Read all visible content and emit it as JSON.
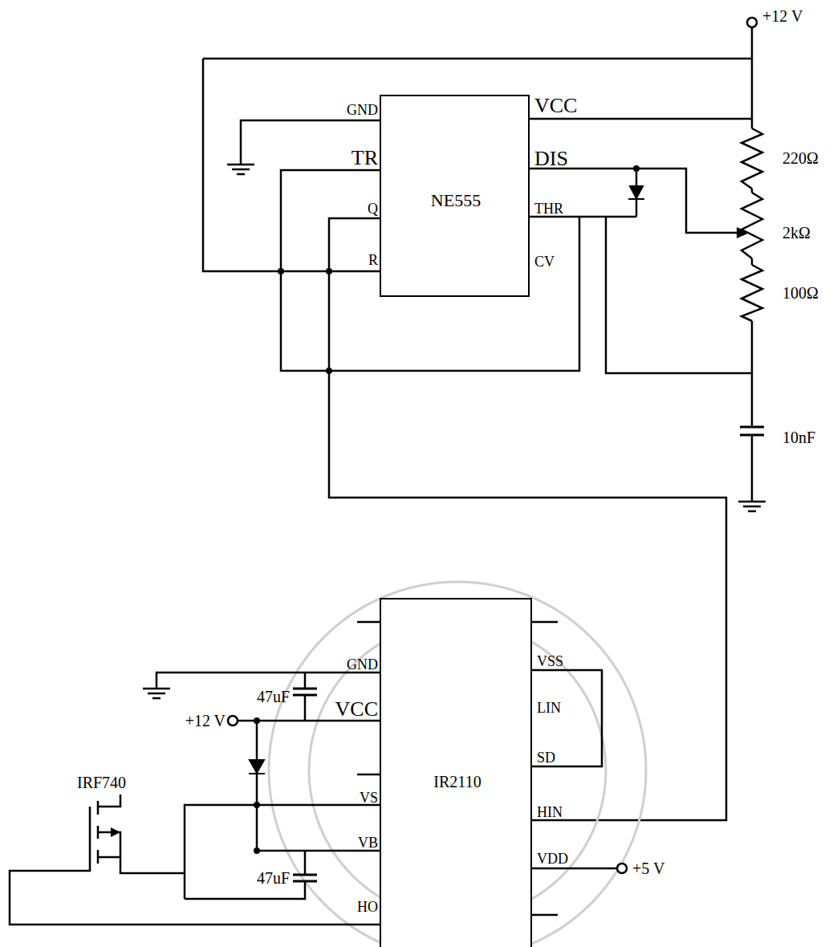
{
  "diagram": {
    "nodes": [
      {
        "text": [
          "NE555",
          "GND",
          "TR",
          "Q",
          "R",
          "VCC",
          "DIS",
          "THR",
          "CV"
        ]
      },
      {
        "text": [
          "IR2110",
          "GND",
          "VCC",
          "VS",
          "VB",
          "HO",
          "VSS",
          "LIN",
          "SD",
          "HIN",
          "VDD"
        ]
      }
    ],
    "edges": [
      {
        "from": 0,
        "to": 1,
        "arrow": "none"
      }
    ],
    "labels": [
      "+12 V",
      "220Ω",
      "2kΩ",
      "100Ω",
      "10nF",
      "47uF",
      "+12 V",
      "IRF740",
      "47uF",
      "+5 V"
    ]
  }
}
